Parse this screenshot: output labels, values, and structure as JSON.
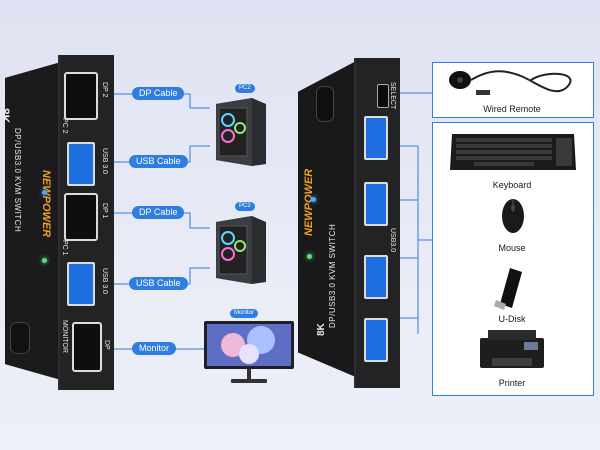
{
  "left_switch": {
    "model_text": "DP/USB3.0 KVM SWITCH",
    "badge_8k": "8K",
    "brand": "NEWPOWER",
    "port_dp2": "DP 2",
    "port_pc2": "PC 2",
    "port_usb_top": "USB 3.0",
    "port_dp1": "DP 1",
    "port_pc1": "PC 1",
    "port_usb_mid": "USB 3.0",
    "port_monitor": "MONITOR",
    "port_dp": "DP"
  },
  "connections": {
    "dp_cable_1": "DP Cable",
    "usb_cable_1": "USB Cable",
    "dp_cable_2": "DP Cable",
    "usb_cable_2": "USB Cable",
    "monitor": "Monitor"
  },
  "tags": {
    "pc2_top": "PC2",
    "pc2_bottom": "PC2",
    "monitor": "Monitor"
  },
  "right_switch": {
    "select": "SELECT",
    "usb": "USB3.0",
    "model_text": "DP/USB3.0 KVM SWITCH",
    "badge_8k": "8K",
    "brand": "NEWPOWER"
  },
  "devices": {
    "wired_remote": "Wired Remote",
    "keyboard": "Keyboard",
    "mouse": "Mouse",
    "udisk": "U-Disk",
    "printer": "Printer"
  },
  "colors": {
    "accent": "#2f7de0",
    "switch_body": "#1d1d1f",
    "usb_blue": "#1d6fe0"
  }
}
